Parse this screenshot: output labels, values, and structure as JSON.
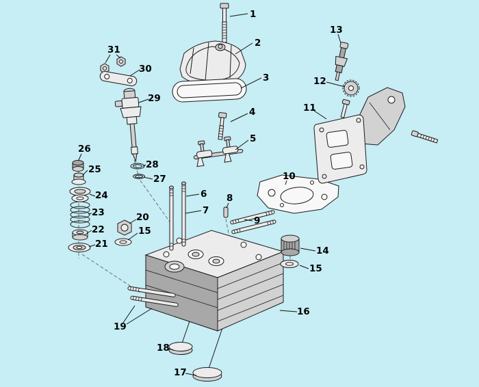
{
  "colors": {
    "background": "#c7edf5",
    "line": "#1a1a1a",
    "part_light": "#ececec",
    "part_mid": "#d2d2d2",
    "part_dark": "#a8a8a8",
    "white": "#f8f8f8",
    "label_text": "#000000"
  },
  "callouts": {
    "n1": "1",
    "n2": "2",
    "n3": "3",
    "n4": "4",
    "n5": "5",
    "n6": "6",
    "n7": "7",
    "n8": "8",
    "n9": "9",
    "n10": "10",
    "n11": "11",
    "n12": "12",
    "n13": "13",
    "n14": "14",
    "n15a": "15",
    "n15b": "15",
    "n16": "16",
    "n17": "17",
    "n18": "18",
    "n19": "19",
    "n20": "20",
    "n21": "21",
    "n22": "22",
    "n23": "23",
    "n24": "24",
    "n25": "25",
    "n26": "26",
    "n27": "27",
    "n28": "28",
    "n29": "29",
    "n30": "30",
    "n31": "31"
  }
}
